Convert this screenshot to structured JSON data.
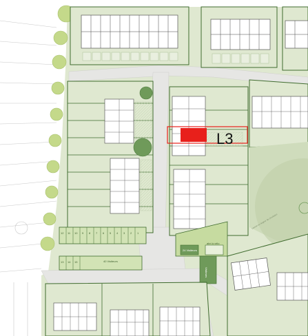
{
  "map": {
    "highlight_label": "L3",
    "lot_numbers": [
      "12",
      "11",
      "10",
      "9",
      "8",
      "7",
      "6",
      "5",
      "4",
      "3",
      "2",
      "1"
    ],
    "lower_lot_numbers": [
      "13",
      "14",
      "15"
    ],
    "parking_label_1": "40\nVisiteurs",
    "parking_label_2": "24\nVisiteurs",
    "bike_shelter_label": "abri à vélo",
    "footpath_label": "Liaison en largeur de circulation",
    "vertical_path_label": "Visiteurs",
    "highlight_color": "#e8201b",
    "grass_color": "#dfe8d0",
    "parcel_line_color": "#3f6b2e",
    "road_color": "#e6e6e4"
  }
}
